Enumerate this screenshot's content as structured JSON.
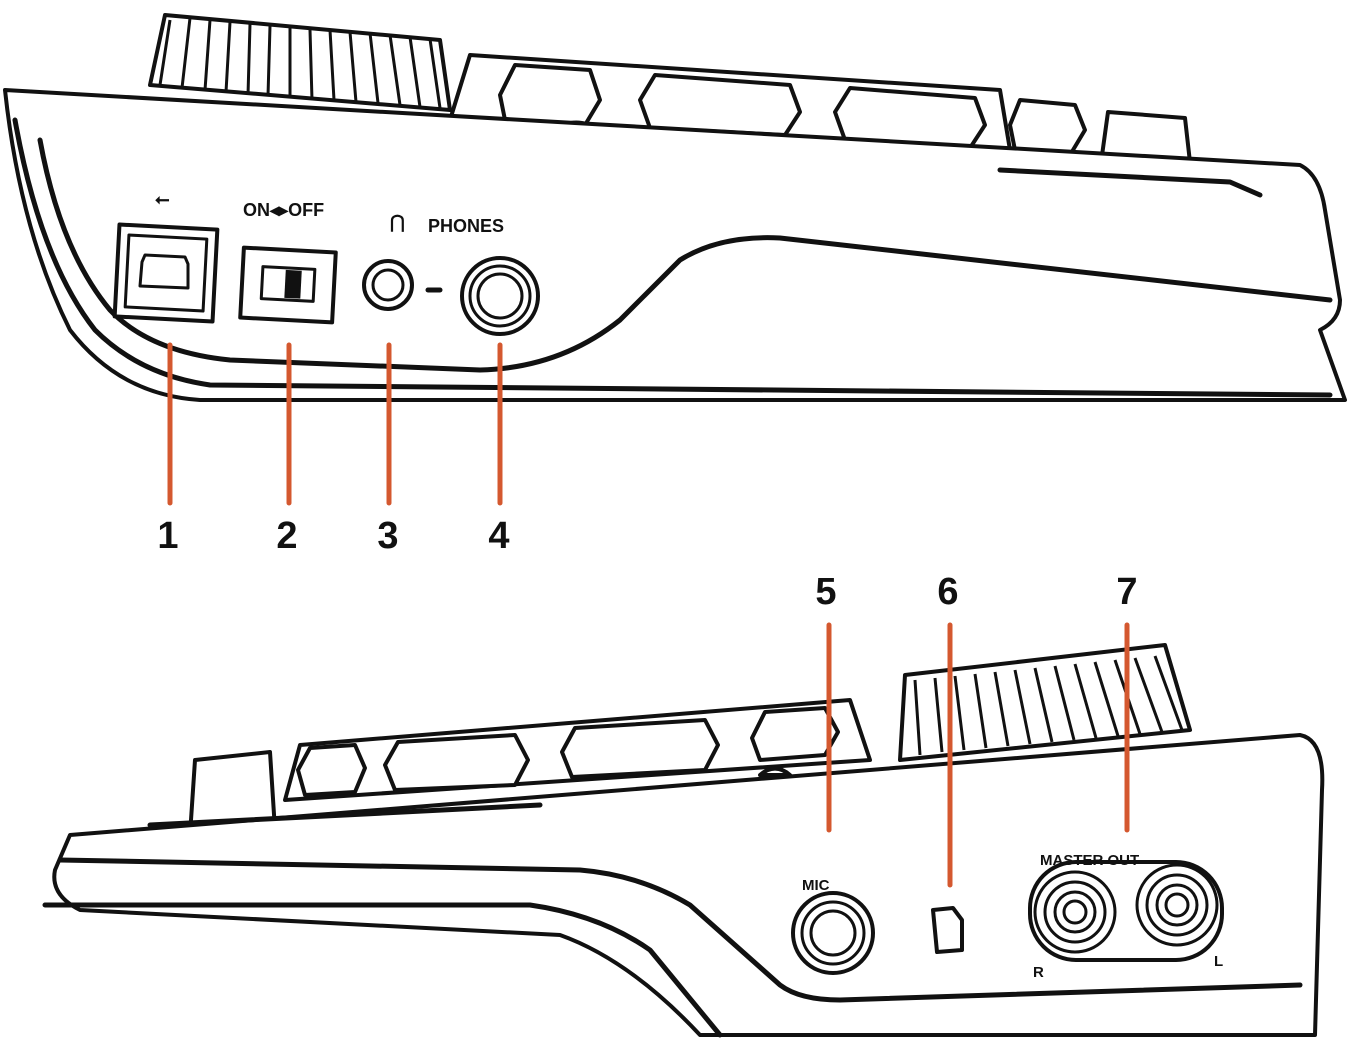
{
  "figure": {
    "top_view": {
      "labels": {
        "usb_symbol": "⭠",
        "power_switch": "ON◂▸OFF",
        "phones": "PHONES"
      },
      "callouts": [
        {
          "number": "1"
        },
        {
          "number": "2"
        },
        {
          "number": "3"
        },
        {
          "number": "4"
        }
      ]
    },
    "bottom_view": {
      "labels": {
        "mic": "MIC",
        "master_out": "MASTER OUT",
        "channel_r": "R",
        "channel_l": "L"
      },
      "callouts": [
        {
          "number": "5"
        },
        {
          "number": "6"
        },
        {
          "number": "7"
        }
      ]
    },
    "colors": {
      "callout_line": "#d4582f",
      "outline": "#111111",
      "background": "#ffffff"
    }
  }
}
